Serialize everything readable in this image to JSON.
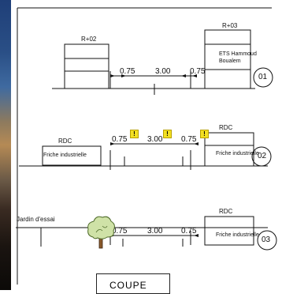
{
  "sections": [
    {
      "id": "01",
      "left_building": "R+02",
      "right_building": "R+03",
      "right_text_line1": "ETS Hammoud",
      "right_text_line2": "Boualem",
      "dims": [
        "0.75",
        "3.00",
        "0.75"
      ]
    },
    {
      "id": "02",
      "left_label": "RDC",
      "left_text": "Friche industrielle",
      "right_label": "RDC",
      "right_text": "Friche industrielle",
      "dims": [
        "0.75",
        "3.00",
        "0.75"
      ],
      "warning_symbol": "!"
    },
    {
      "id": "03",
      "left_text": "Jardin d'essai",
      "right_label": "RDC",
      "right_text": "Friche industrielle",
      "dims": [
        "0.75",
        "3.00",
        "0.75"
      ]
    }
  ],
  "footer_title": "COUPE",
  "icons": [
    "warning-icon",
    "tree-icon"
  ]
}
